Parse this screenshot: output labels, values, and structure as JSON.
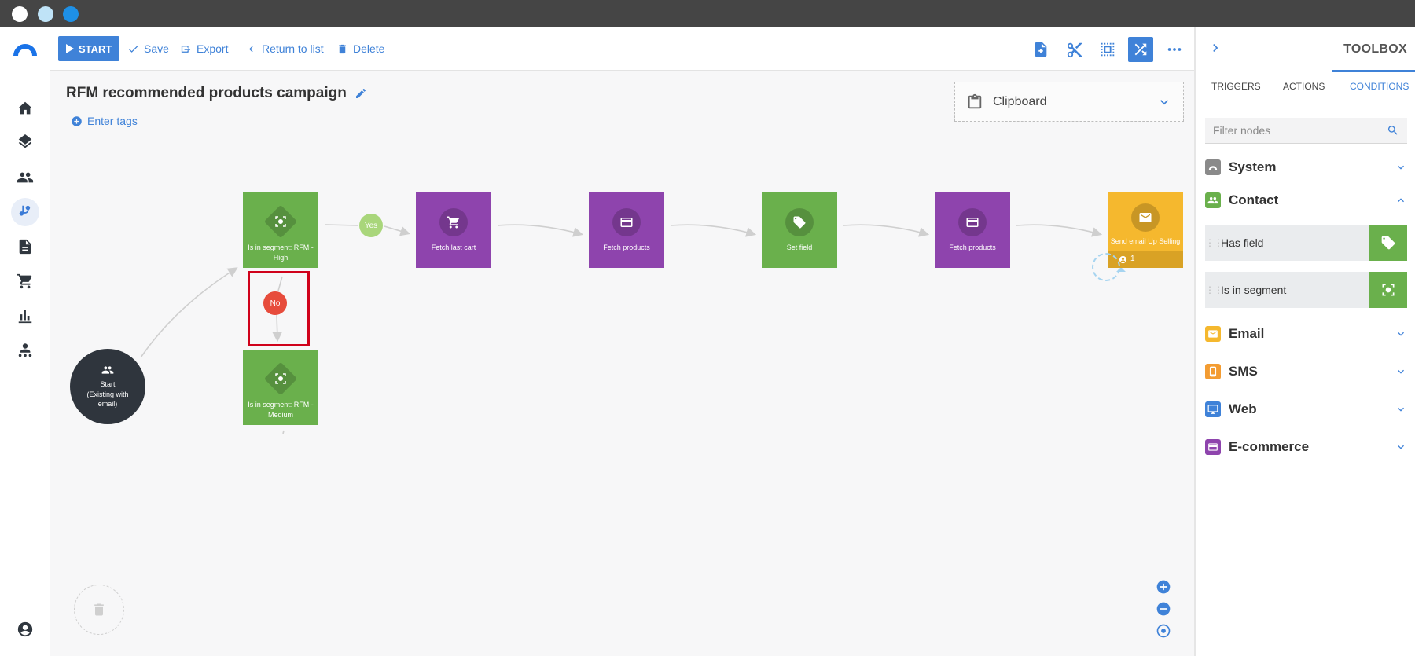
{
  "toolbar": {
    "start_label": "START",
    "save_label": "Save",
    "export_label": "Export",
    "return_label": "Return to list",
    "delete_label": "Delete"
  },
  "campaign": {
    "title": "RFM recommended products campaign",
    "tags_label": "Enter tags"
  },
  "clipboard": {
    "label": "Clipboard"
  },
  "nodes": {
    "start": {
      "line1": "Start",
      "line2": "(Existing with",
      "line3": "email)"
    },
    "cond_high": {
      "label": "Is in segment: RFM - High"
    },
    "cond_medium": {
      "label": "Is in segment: RFM - Medium"
    },
    "fetch_cart": {
      "label": "Fetch last cart"
    },
    "fetch_products_1": {
      "label": "Fetch products"
    },
    "set_field": {
      "label": "Set field"
    },
    "fetch_products_2": {
      "label": "Fetch products"
    },
    "send_email": {
      "label": "Send email Up Selling",
      "count": "1"
    },
    "yes_label": "Yes",
    "no_label": "No"
  },
  "toolbox": {
    "title": "TOOLBOX",
    "tabs": [
      "TRIGGERS",
      "ACTIONS",
      "CONDITIONS"
    ],
    "active_tab": "CONDITIONS",
    "filter_placeholder": "Filter nodes",
    "categories": {
      "system": "System",
      "contact": "Contact",
      "email": "Email",
      "sms": "SMS",
      "web": "Web",
      "ecommerce": "E-commerce"
    },
    "contact_items": [
      "Has field",
      "Is in segment"
    ]
  },
  "colors": {
    "accent": "#3f82d8",
    "condition_green": "#6ab04c",
    "action_purple": "#8e44ad",
    "email_yellow": "#f5b82e",
    "no_red": "#e74c3c",
    "yes_green": "#a9d67b",
    "highlight_red": "#d0021b"
  }
}
